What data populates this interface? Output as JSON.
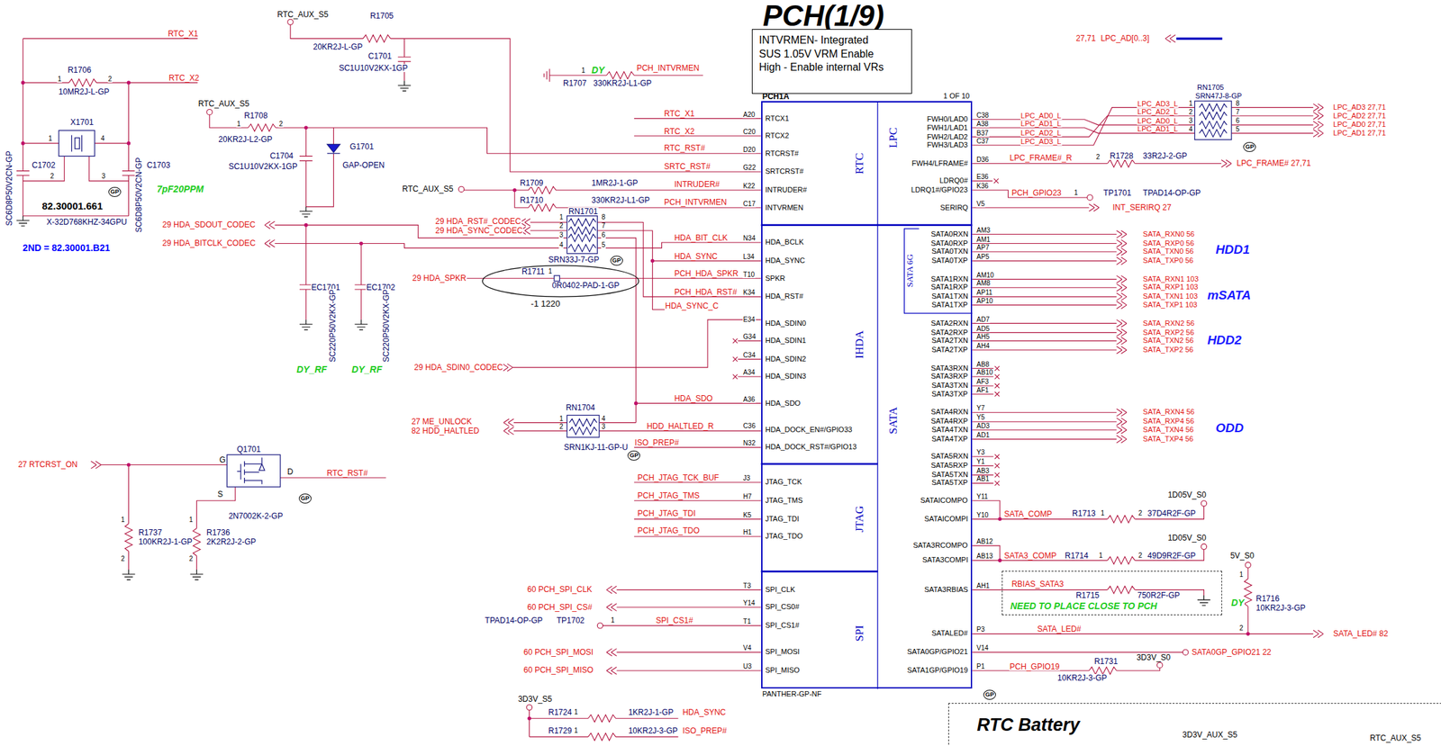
{
  "diagram": {
    "title": "PCH(1/9)",
    "nodes": [
      {
        "text": [
          "INTVRMEN- Integrated",
          "SUS 1.05V VRM Enable",
          "High - Enable internal VRs"
        ]
      },
      {
        "text": [
          "PCH1A",
          "1 OF 10",
          "PANTHER-GP-NF"
        ]
      },
      {
        "text": [
          "NEED TO PLACE CLOSE TO PCH"
        ]
      },
      {
        "text": [
          "RTC Battery"
        ]
      }
    ],
    "labels": [
      "RTC_X1",
      "RTC_X2",
      "R1706",
      "1",
      "2",
      "10MR2J-L-GP",
      "X1701",
      "1",
      "4",
      "2",
      "3",
      "C1702",
      "C1703",
      "SC6D8P50V2CN-GP",
      "SC6D8P50V2CN-GP",
      "GP",
      "7pF20PPM",
      "82.30001.661",
      "X-32D768KHZ-34GPU",
      "2ND = 82.30001.B21",
      "RTC_AUX_S5",
      "R1705",
      "20KR2J-L-GP",
      "C1701",
      "SC1U10V2KX-1GP",
      "RTC_AUX_S5",
      "R1708",
      "1",
      "2",
      "20KR2J-L2-GP",
      "C1704",
      "SC1U10V2KX-1GP",
      "G1701",
      "GAP-OPEN",
      "RTC_X1",
      "RTC_X2",
      "RTC_RST#",
      "SRTC_RST#",
      "RTC_AUX_S5",
      "R1709",
      "1MR2J-1-GP",
      "INTRUDER#",
      "R1710",
      "330KR2J-L1-GP",
      "PCH_INTVRMEN",
      "1",
      "DY",
      "PCH_INTVRMEN",
      "R1707",
      "330KR2J-L1-GP",
      "29 HDA_SDOUT_CODEC",
      "29 HDA_BITCLK_CODEC",
      "29 HDA_RST#_CODEC",
      "29 HDA_SYNC_CODEC",
      "RN1701",
      "1",
      "2",
      "3",
      "4",
      "8",
      "7",
      "6",
      "5",
      "SRN33J-7-GP",
      "GP",
      "HDA_BIT_CLK",
      "HDA_SYNC",
      "PCH_HDA_SPKR",
      "PCH_HDA_RST#",
      "HDA_SYNC_C",
      "R1711",
      "1",
      "0R0402-PAD-1-GP",
      "29 HDA_SPKR",
      "-1 1220",
      "EC1701",
      "EC1702",
      "SC220P50V2KX-GP",
      "SC220P50V2KX-GP",
      "DY_RF",
      "DY_RF",
      "29 HDA_SDIN0_CODEC",
      "HDA_SDO",
      "RN1704",
      "1",
      "2",
      "4",
      "3",
      "SRN1KJ-11-GP-U",
      "GP",
      "27 ME_UNLOCK",
      "82 HDD_HALTLED",
      "HDD_HALTLED_R",
      "ISO_PREP#",
      "27 RTCRST_ON",
      "Q1701",
      "G",
      "D",
      "RTC_RST#",
      "S",
      "2N7002K-2-GP",
      "GP",
      "R1737",
      "100KR2J-1-GP",
      "R1736",
      "2K2R2J-2-GP",
      "1",
      "2",
      "1",
      "2",
      "PCH_JTAG_TCK_BUF",
      "PCH_JTAG_TMS",
      "PCH_JTAG_TDI",
      "PCH_JTAG_TDO",
      "60 PCH_SPI_CLK",
      "60 PCH_SPI_CS#",
      "TPAD14-OP-GP",
      "TP1702",
      "1",
      "SPI_CS1#",
      "60 PCH_SPI_MOSI",
      "60 PCH_SPI_MISO",
      "3D3V_S5",
      "R1724",
      "1",
      "1KR2J-1-GP",
      "HDA_SYNC",
      "R1729",
      "1",
      "10KR2J-3-GP",
      "ISO_PREP#",
      "A20",
      "C20",
      "D20",
      "G22",
      "K22",
      "C17",
      "N34",
      "L34",
      "T10",
      "K34",
      "E34",
      "G34",
      "C34",
      "A34",
      "A36",
      "C36",
      "N32",
      "J3",
      "H7",
      "K5",
      "H1",
      "T3",
      "Y14",
      "T1",
      "V4",
      "U3",
      "RTCX1",
      "RTCX2",
      "RTCRST#",
      "SRTCRST#",
      "INTRUDER#",
      "INTVRMEN",
      "HDA_BCLK",
      "HDA_SYNC",
      "SPKR",
      "HDA_RST#",
      "HDA_SDIN0",
      "HDA_SDIN1",
      "HDA_SDIN2",
      "HDA_SDIN3",
      "HDA_SDO",
      "HDA_DOCK_EN#/GPIO33",
      "HDA_DOCK_RST#/GPIO13",
      "JTAG_TCK",
      "JTAG_TMS",
      "JTAG_TDI",
      "JTAG_TDO",
      "SPI_CLK",
      "SPI_CS0#",
      "SPI_CS1#",
      "SPI_MOSI",
      "SPI_MISO",
      "FWH0/LAD0",
      "FWH1/LAD1",
      "FWH2/LAD2",
      "FWH3/LAD3",
      "FWH4/LFRAME#",
      "LDRQ0#",
      "LDRQ1#/GPIO23",
      "SERIRQ",
      "SATA0RXN",
      "SATA0RXP",
      "SATA0TXN",
      "SATA0TXP",
      "SATA1RXN",
      "SATA1RXP",
      "SATA1TXN",
      "SATA1TXP",
      "SATA2RXN",
      "SATA2RXP",
      "SATA2TXN",
      "SATA2TXP",
      "SATA3RXN",
      "SATA3RXP",
      "SATA3TXN",
      "SATA3TXP",
      "SATA4RXN",
      "SATA4RXP",
      "SATA4TXN",
      "SATA4TXP",
      "SATA5RXN",
      "SATA5RXP",
      "SATA5TXN",
      "SATA5TXP",
      "SATAICOMPO",
      "SATAICOMPI",
      "SATA3RCOMPO",
      "SATA3COMPI",
      "SATA3RBIAS",
      "SATALED#",
      "SATA0GP/GPIO21",
      "SATA1GP/GPIO19",
      "C38",
      "A38",
      "B37",
      "C37",
      "D36",
      "E36",
      "K36",
      "V5",
      "AM3",
      "AM1",
      "AP7",
      "AP5",
      "AM10",
      "AM8",
      "AP11",
      "AP10",
      "AD7",
      "AD5",
      "AH5",
      "AH4",
      "AB8",
      "AB10",
      "AF3",
      "AF1",
      "Y7",
      "Y5",
      "AD3",
      "AD1",
      "Y3",
      "Y1",
      "AB3",
      "AB1",
      "Y11",
      "Y10",
      "AB12",
      "AB13",
      "AH1",
      "P3",
      "V14",
      "P1",
      "RTC",
      "IHDA",
      "JTAG",
      "SPI",
      "LPC",
      "SATA",
      "SATA 6G",
      "LPC_AD0_L",
      "LPC_AD1_L",
      "LPC_AD2_L",
      "LPC_AD3_L",
      "LPC_AD3_L",
      "LPC_AD2_L",
      "LPC_AD0_L",
      "LPC_AD1_L",
      "RN1705",
      "SRN47J-8-GP",
      "1",
      "2",
      "3",
      "4",
      "8",
      "7",
      "6",
      "5",
      "GP",
      "LPC_AD3 27,71",
      "LPC_AD2 27,71",
      "LPC_AD0 27,71",
      "LPC_AD1 27,71",
      "27,71",
      "LPC_AD[0..3]",
      "LPC_FRAME#_R",
      "2",
      "R1728",
      "33R2J-2-GP",
      "LPC_FRAME# 27,71",
      "PCH_GPIO23",
      "1",
      "TP1701",
      "TPAD14-OP-GP",
      "INT_SERIRQ 27",
      "SATA_RXN0 56",
      "SATA_RXP0 56",
      "SATA_TXN0 56",
      "SATA_TXP0 56",
      "SATA_RXN1 103",
      "SATA_RXP1 103",
      "SATA_TXN1 103",
      "SATA_TXP1 103",
      "SATA_RXN2 56",
      "SATA_RXP2 56",
      "SATA_TXN2 56",
      "SATA_TXP2 56",
      "SATA_RXN4 56",
      "SATA_RXP4 56",
      "SATA_TXN4 56",
      "SATA_TXP4 56",
      "HDD1",
      "mSATA",
      "HDD2",
      "ODD",
      "1D05V_S0",
      "SATA_COMP",
      "R1713",
      "1",
      "2",
      "37D4R2F-GP",
      "1D05V_S0",
      "SATA3_COMP",
      "R1714",
      "1",
      "2",
      "49D9R2F-GP",
      "RBIAS_SATA3",
      "R1715",
      "750R2F-GP",
      "5V_S0",
      "R1716",
      "10KR2J-3-GP",
      "DY",
      "1",
      "2",
      "SATA_LED#",
      "SATA_LED# 82",
      "3D3V_S0",
      "SATA0GP_GPIO21 22",
      "PCH_GPIO19",
      "10KR2J-3-GP",
      "R1731",
      "GP",
      "3D3V_AUX_S5",
      "RTC_AUX_S5"
    ]
  }
}
